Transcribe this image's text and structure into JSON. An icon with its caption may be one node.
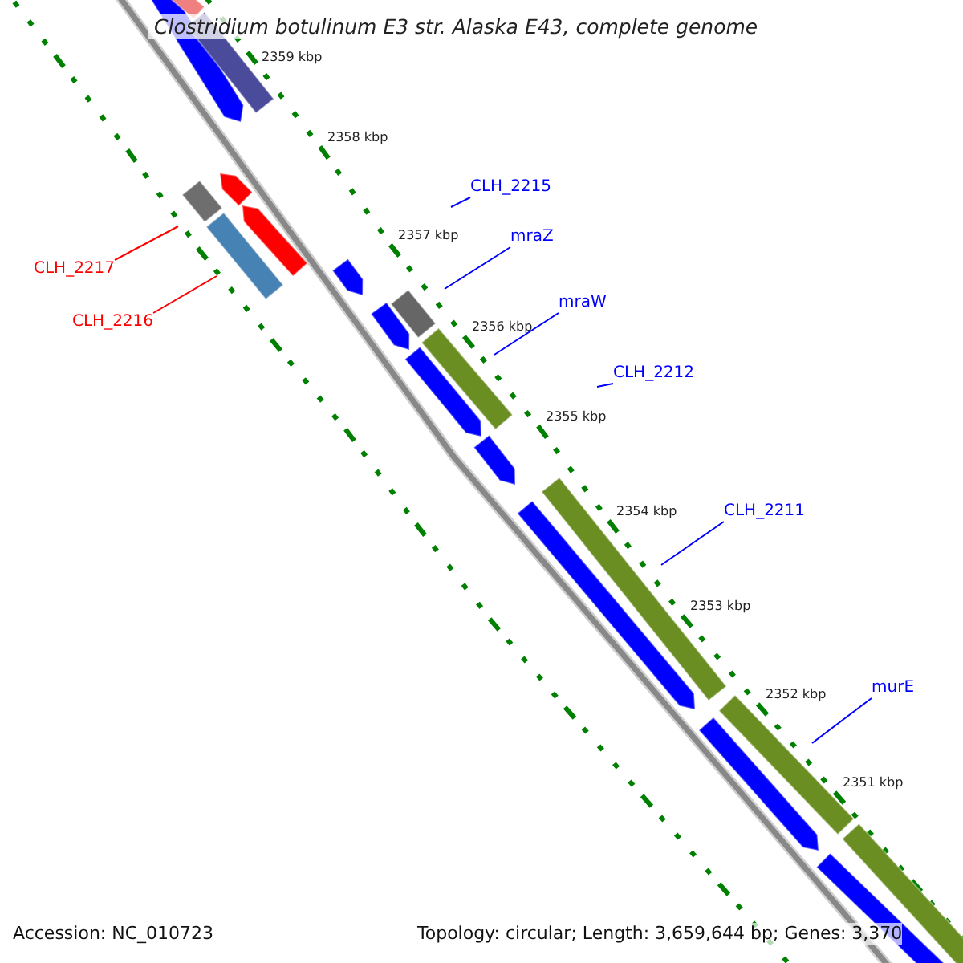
{
  "diagram": {
    "title": "Clostridium botulinum E3 str. Alaska E43, complete genome",
    "nodes": [
      {
        "text": [
          "CLH_2215"
        ]
      },
      {
        "text": [
          "mraZ"
        ]
      },
      {
        "text": [
          "CLH_2217"
        ]
      },
      {
        "text": [
          "mraW"
        ]
      },
      {
        "text": [
          "CLH_2216"
        ]
      },
      {
        "text": [
          "CLH_2212"
        ]
      },
      {
        "text": [
          "CLH_2211"
        ]
      },
      {
        "text": [
          "murE"
        ]
      }
    ],
    "edges": [
      {
        "from": 0,
        "to": null,
        "arrow": "none"
      },
      {
        "from": 1,
        "to": null,
        "arrow": "none"
      },
      {
        "from": 2,
        "to": null,
        "arrow": "none",
        "color": "#ff0000"
      },
      {
        "from": 3,
        "to": null,
        "arrow": "none"
      },
      {
        "from": 4,
        "to": null,
        "arrow": "none",
        "color": "#ff0000"
      },
      {
        "from": 5,
        "to": null,
        "arrow": "none"
      },
      {
        "from": 6,
        "to": null,
        "arrow": "none"
      },
      {
        "from": 7,
        "to": null,
        "arrow": "none"
      }
    ],
    "labels": [
      "2359 kbp",
      "2358 kbp",
      "2357 kbp",
      "2356 kbp",
      "2355 kbp",
      "2354 kbp",
      "2353 kbp",
      "2352 kbp",
      "2351 kbp",
      "Accession: NC_010723",
      "Topology: circular; Length: 3,659,644 bp; Genes: 3,370"
    ]
  }
}
